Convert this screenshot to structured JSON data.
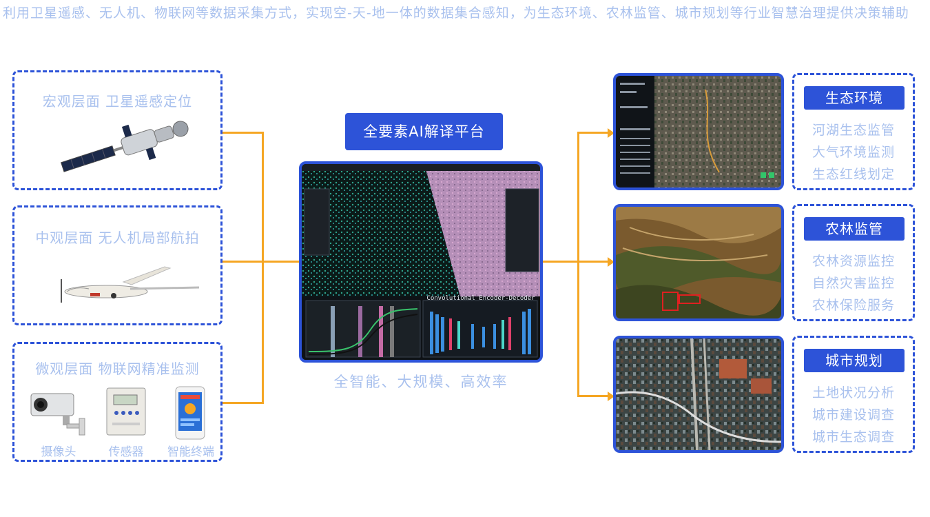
{
  "intro": "利用卫星遥感、无人机、物联网等数据采集方式，实现空-天-地一体的数据集合感知，为生态环境、农林监管、城市规划等行业智慧治理提供决策辅助",
  "sources": {
    "macro": {
      "title": "宏观层面  卫星遥感定位"
    },
    "meso": {
      "title": "中观层面  无人机局部航拍"
    },
    "micro": {
      "title": "微观层面  物联网精准监测",
      "devices": [
        "摄像头",
        "传感器",
        "智能终端"
      ]
    }
  },
  "platform": {
    "label": "全要素AI解译平台",
    "caption": "全智能、大规模、高效率",
    "screen_panel_title": "Convolutional Encoder-Decoder"
  },
  "categories": [
    {
      "name": "生态环境",
      "items": [
        "河湖生态监管",
        "大气环境监测",
        "生态红线划定"
      ]
    },
    {
      "name": "农林监管",
      "items": [
        "农林资源监控",
        "自然灾害监控",
        "农林保险服务"
      ]
    },
    {
      "name": "城市规划",
      "items": [
        "土地状况分析",
        "城市建设调查",
        "城市生态调查"
      ]
    }
  ],
  "colors": {
    "accent": "#2d53d8",
    "connector": "#f5a623",
    "light_text": "#a9c1ee"
  }
}
